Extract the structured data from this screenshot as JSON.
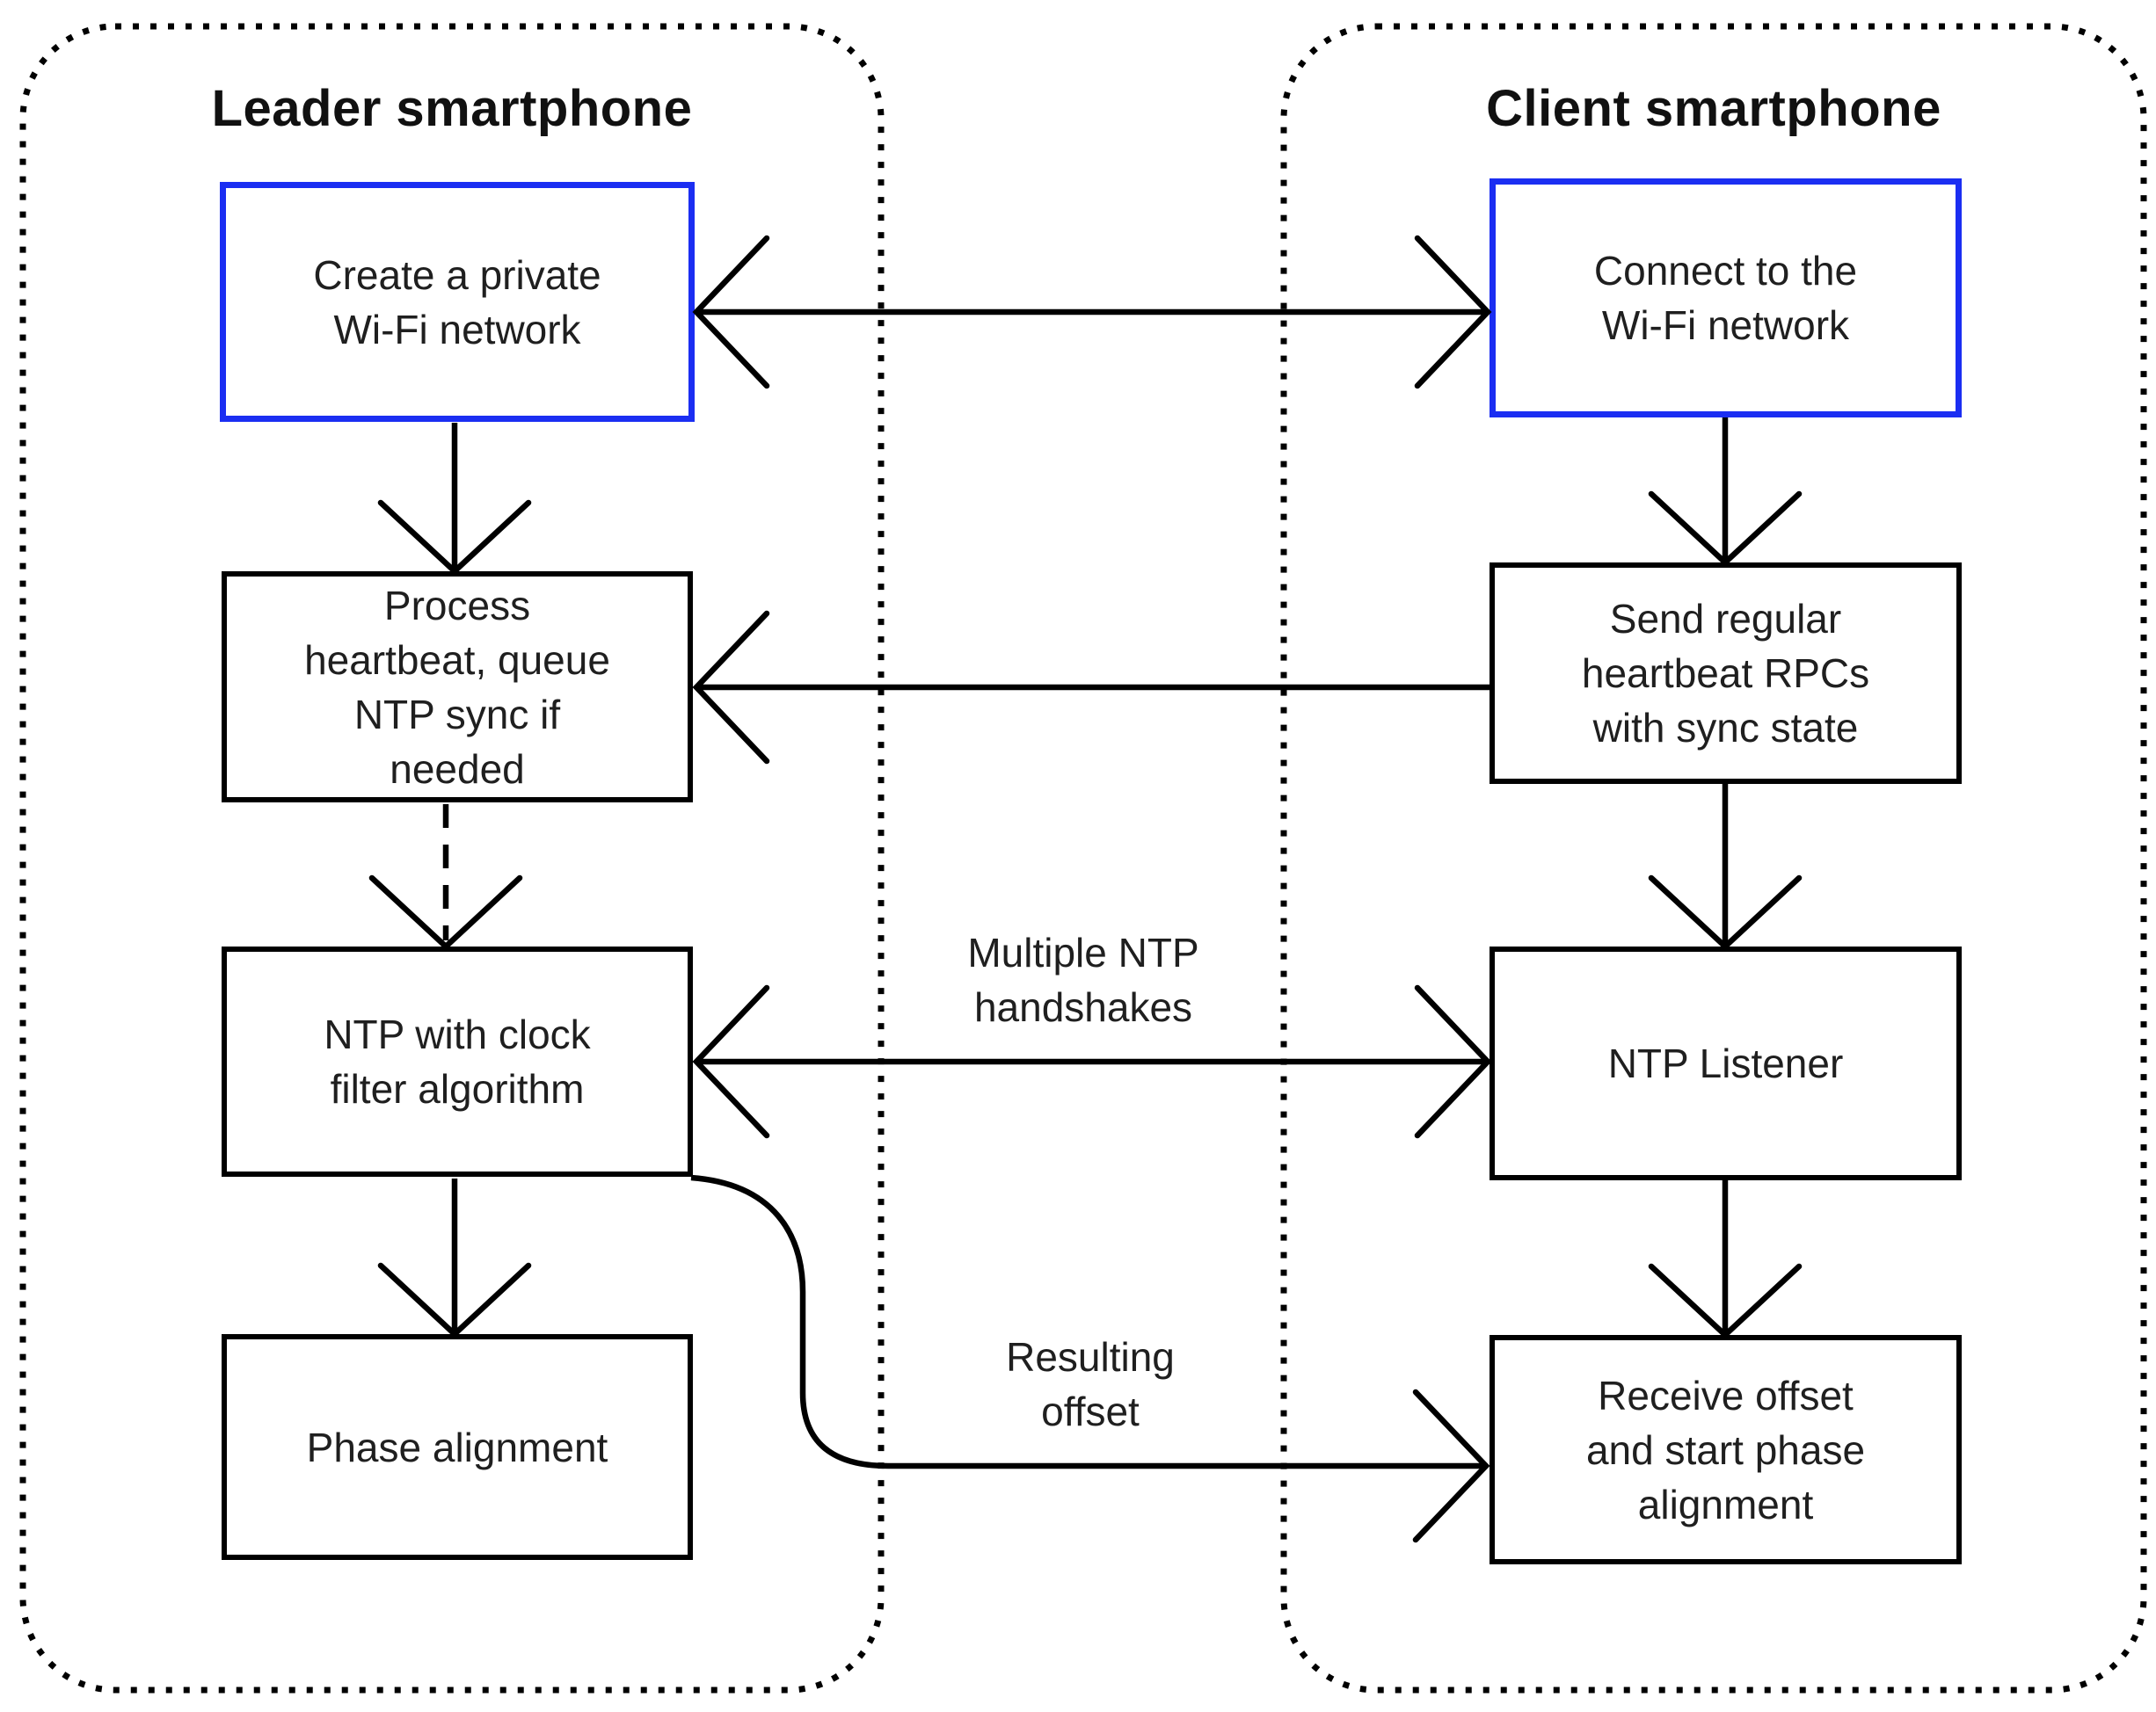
{
  "diagram": {
    "lanes": [
      {
        "id": "leader",
        "title": "Leader smartphone",
        "nodes": [
          {
            "id": "leader-create-wifi",
            "lines": [
              "Create a private",
              "Wi-Fi network"
            ],
            "highlight": true
          },
          {
            "id": "leader-process-heartbeat",
            "lines": [
              "Process",
              "heartbeat, queue",
              "NTP sync if",
              "needed"
            ],
            "highlight": false
          },
          {
            "id": "leader-ntp-clock-filter",
            "lines": [
              "NTP with clock",
              "filter algorithm"
            ],
            "highlight": false
          },
          {
            "id": "leader-phase-alignment",
            "lines": [
              "Phase alignment"
            ],
            "highlight": false
          }
        ]
      },
      {
        "id": "client",
        "title": "Client smartphone",
        "nodes": [
          {
            "id": "client-connect-wifi",
            "lines": [
              "Connect to the",
              "Wi-Fi network"
            ],
            "highlight": true
          },
          {
            "id": "client-send-heartbeat",
            "lines": [
              "Send regular",
              "heartbeat RPCs",
              "with sync state"
            ],
            "highlight": false
          },
          {
            "id": "client-ntp-listener",
            "lines": [
              "NTP Listener"
            ],
            "highlight": false
          },
          {
            "id": "client-receive-offset",
            "lines": [
              "Receive offset",
              "and start phase",
              "alignment"
            ],
            "highlight": false
          }
        ]
      }
    ],
    "edge_labels": [
      {
        "id": "multiple-ntp-handshakes",
        "lines": [
          "Multiple NTP",
          "handshakes"
        ]
      },
      {
        "id": "resulting-offset",
        "lines": [
          "Resulting",
          "offset"
        ]
      }
    ],
    "colors": {
      "highlight_border": "#1b2ef2",
      "box_border": "#000000",
      "line": "#000000",
      "text": "#1f1f1f",
      "background": "#ffffff"
    }
  }
}
